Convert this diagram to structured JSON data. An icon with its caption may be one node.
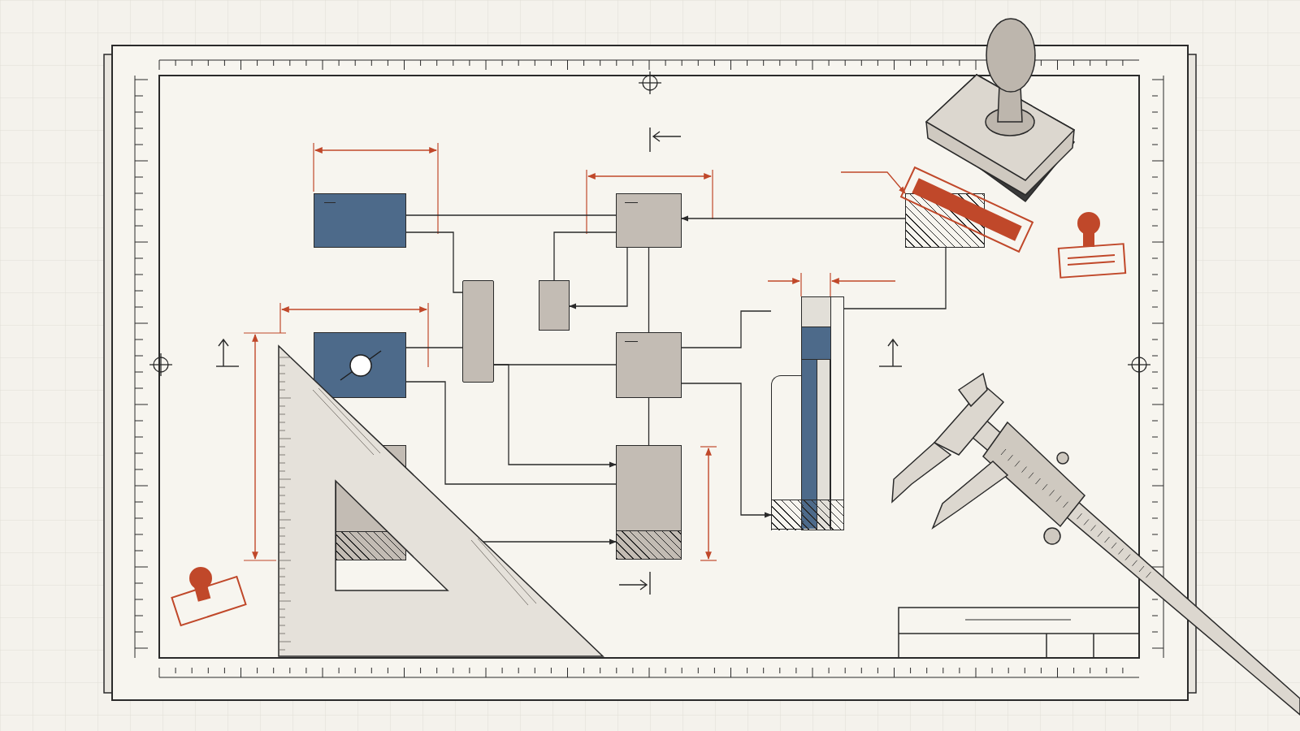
{
  "diagram": {
    "nodes": [
      {
        "text": [],
        "shape": "box"
      },
      {
        "text": [],
        "shape": "box"
      },
      {
        "text": [],
        "shape": "box"
      },
      {
        "text": [],
        "shape": "bar"
      },
      {
        "text": [],
        "shape": "box"
      },
      {
        "text": [],
        "shape": "bar"
      },
      {
        "text": [],
        "shape": "box"
      },
      {
        "text": [],
        "shape": "box"
      },
      {
        "text": [],
        "shape": "box"
      },
      {
        "text": [],
        "shape": "box"
      }
    ],
    "edges": [
      {
        "from": 0,
        "to": 1,
        "arrow": "none"
      },
      {
        "from": 2,
        "to": 1,
        "arrow": "to"
      },
      {
        "from": 0,
        "to": 3,
        "arrow": "none"
      },
      {
        "from": 4,
        "to": 1,
        "arrow": "none"
      },
      {
        "from": 1,
        "to": 4,
        "arrow": "to"
      },
      {
        "from": 1,
        "to": 7,
        "arrow": "none"
      },
      {
        "from": 7,
        "to": 9,
        "arrow": "none"
      },
      {
        "from": 6,
        "to": 3,
        "arrow": "none"
      },
      {
        "from": 3,
        "to": 7,
        "arrow": "none"
      },
      {
        "from": 3,
        "to": 9,
        "arrow": "to"
      },
      {
        "from": 6,
        "to": 9,
        "arrow": "none"
      },
      {
        "from": 8,
        "to": 9,
        "arrow": "to"
      },
      {
        "from": 7,
        "to": 5,
        "arrow": "none"
      },
      {
        "from": 7,
        "to": 5,
        "arrow": "to"
      },
      {
        "from": 2,
        "to": 5,
        "arrow": "none"
      },
      {
        "from": null,
        "to": 2,
        "arrow": "to",
        "color": "#c0482a"
      }
    ]
  }
}
